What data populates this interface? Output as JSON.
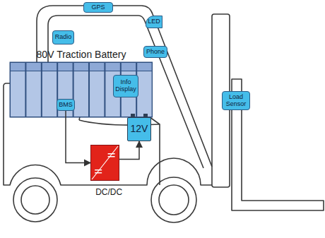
{
  "diagram": {
    "nodes": [
      {
        "text": [
          "GPS"
        ]
      },
      {
        "text": [
          "LED"
        ]
      },
      {
        "text": [
          "Radio"
        ]
      },
      {
        "text": [
          "Phone"
        ]
      },
      {
        "text": [
          "Info Display"
        ]
      },
      {
        "text": [
          "Load Sensor"
        ]
      },
      {
        "text": [
          "80V Traction Battery"
        ]
      },
      {
        "text": [
          "BMS"
        ],
        "in": 6
      },
      {
        "text": [
          "12V"
        ]
      },
      {
        "text": [
          "DC/DC"
        ]
      }
    ],
    "edges": [
      {
        "from": 7,
        "to": 9,
        "arrow": "to"
      },
      {
        "from": 9,
        "to": 8,
        "arrow": "to"
      }
    ]
  }
}
